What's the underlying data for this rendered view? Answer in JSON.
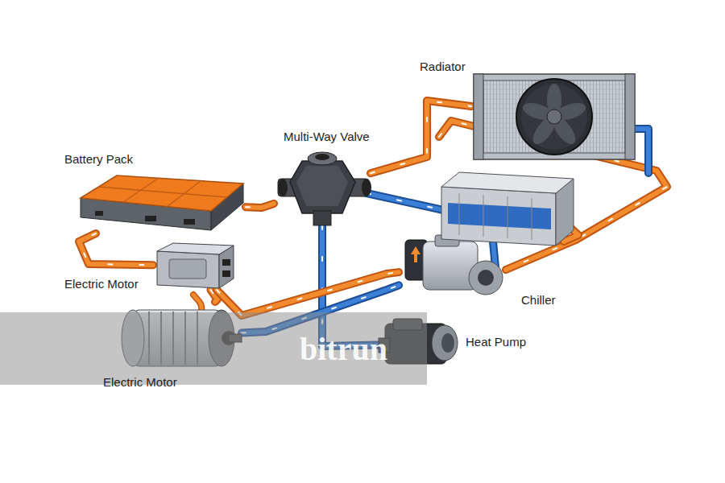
{
  "diagram": {
    "nodes": [
      {
        "text": [
          "Radiator"
        ]
      },
      {
        "text": [
          "Multi-Way Valve"
        ]
      },
      {
        "text": [
          "Battery Pack"
        ]
      },
      {
        "text": [
          "Electric Motor"
        ]
      },
      {
        "text": [
          "Chiller"
        ]
      },
      {
        "text": [
          "Heat Pump"
        ]
      },
      {
        "text": [
          "Electric Motor"
        ]
      }
    ],
    "edges": [
      {
        "from": 2,
        "to": 1,
        "arrow": "none"
      },
      {
        "from": 1,
        "to": 0,
        "arrow": "none"
      },
      {
        "from": 1,
        "to": 5,
        "arrow": "none"
      },
      {
        "from": 2,
        "to": 3,
        "arrow": "none"
      },
      {
        "from": 3,
        "to": 6,
        "arrow": "none"
      },
      {
        "from": 3,
        "to": 4,
        "arrow": "none"
      },
      {
        "from": 6,
        "to": 4,
        "arrow": "none"
      }
    ],
    "labels": [
      "bitrun"
    ]
  }
}
